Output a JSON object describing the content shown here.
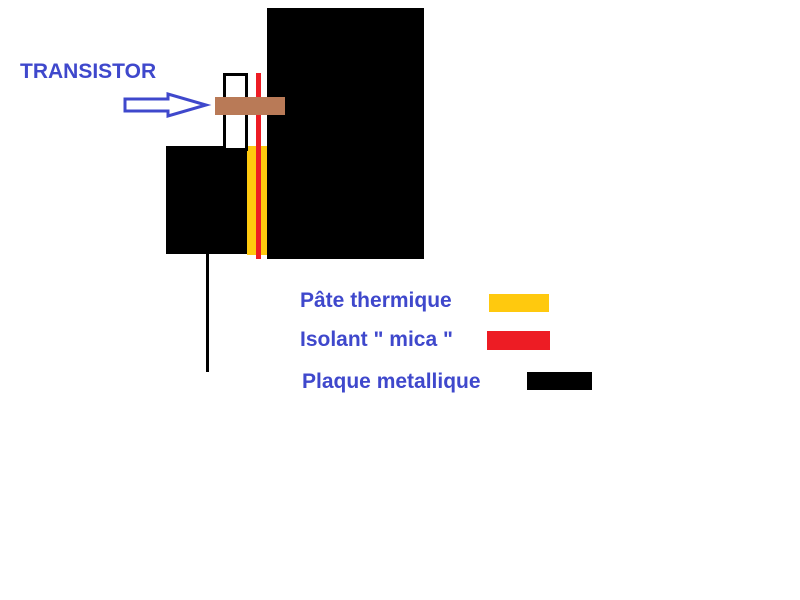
{
  "colors": {
    "text": "#3f48cc",
    "paste": "#ffc90e",
    "mica": "#ed1c24",
    "metal": "#000000",
    "screw": "#b97a57",
    "arrow_outline": "#3f48cc"
  },
  "labels": {
    "transistor": "TRANSISTOR"
  },
  "legend": {
    "items": [
      {
        "label": "Pâte thermique",
        "color": "#ffc90e"
      },
      {
        "label": "Isolant \" mica \"",
        "color": "#ed1c24"
      },
      {
        "label": "Plaque metallique",
        "color": "#000000"
      }
    ]
  },
  "icons": {
    "arrow": "right-arrow-outline-icon"
  }
}
